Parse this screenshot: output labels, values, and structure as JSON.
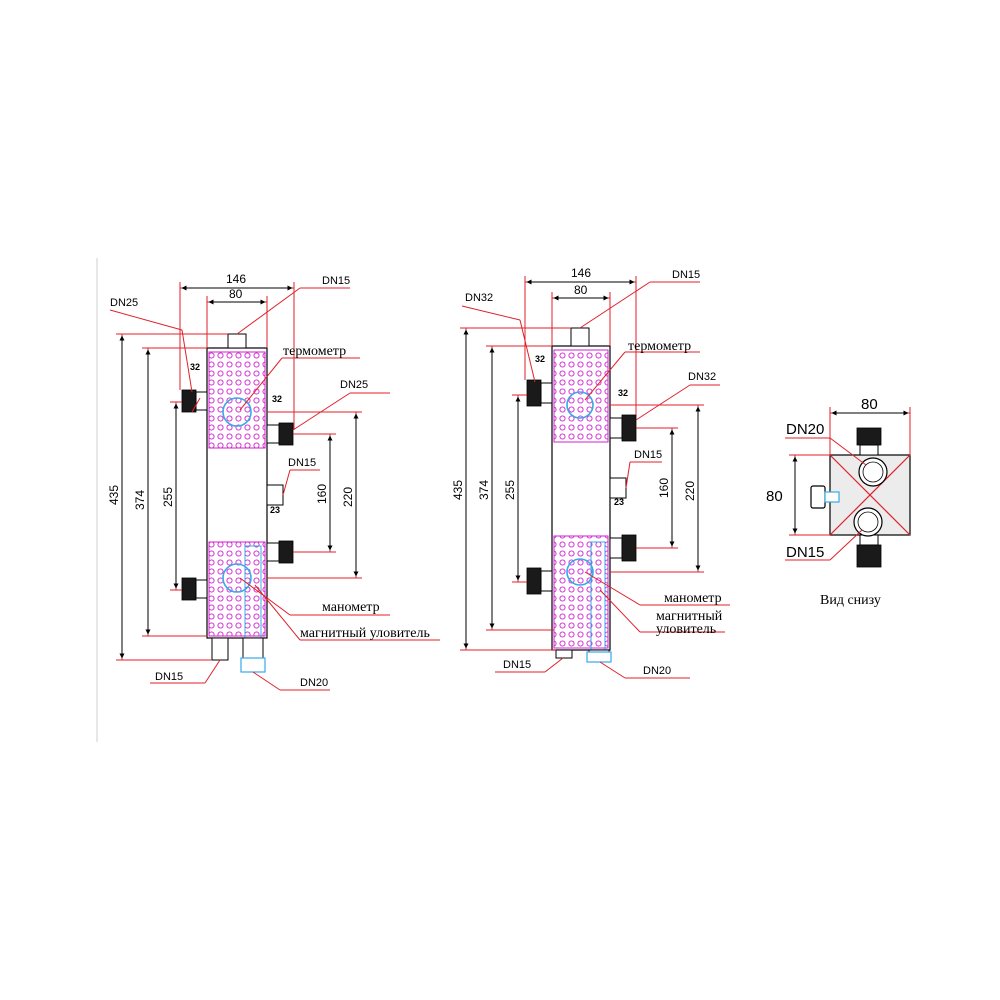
{
  "colors": {
    "leader": "#e0202a",
    "insulation": "#d21fd2",
    "gauge": "#3aa8e8",
    "outline": "#000000"
  },
  "view1": {
    "dim_146": "146",
    "dim_80": "80",
    "dim_435": "435",
    "dim_374": "374",
    "dim_255": "255",
    "dim_160": "160",
    "dim_220": "220",
    "dim_32_left": "32",
    "dim_32_right": "32",
    "dim_23": "23",
    "dn_top": "DN15",
    "dn_left": "DN25",
    "dn_right": "DN25",
    "dn_side": "DN15",
    "dn_bottom_left": "DN15",
    "dn_bottom_right": "DN20",
    "thermometer": "термометр",
    "manometer": "манометр",
    "magnetic_trap": "магнитный уловитель"
  },
  "view2": {
    "dim_146": "146",
    "dim_80": "80",
    "dim_435": "435",
    "dim_374": "374",
    "dim_255": "255",
    "dim_160": "160",
    "dim_220": "220",
    "dim_32_left": "32",
    "dim_32_right": "32",
    "dim_23": "23",
    "dn_top": "DN15",
    "dn_left": "DN32",
    "dn_right": "DN32",
    "dn_side": "DN15",
    "dn_bottom_left": "DN15",
    "dn_bottom_right": "DN20",
    "thermometer": "термометр",
    "manometer": "манометр",
    "magnetic_trap_line1": "магнитный",
    "magnetic_trap_line2": "уловитель"
  },
  "view3": {
    "dim_80_top": "80",
    "dim_80_side": "80",
    "dn_top": "DN20",
    "dn_bottom": "DN15",
    "caption": "Вид снизу"
  }
}
